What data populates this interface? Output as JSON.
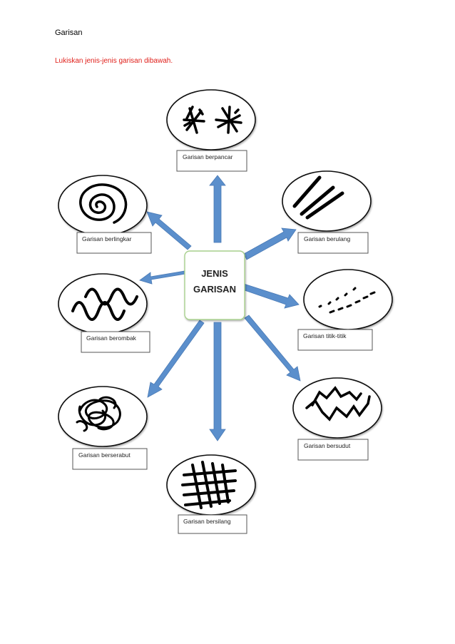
{
  "page": {
    "heading": "Garisan",
    "instruction": "Lukiskan jenis-jenis garisan dibawah."
  },
  "diagram": {
    "center_line1": "JENIS",
    "center_line2": "GARISAN",
    "labels": {
      "berpancar": "Garisan berpancar",
      "berlingkar": "Garisan berlingkar",
      "berulang": "Garisan berulang",
      "berombak": "Garisan berombak",
      "titik": "Garisan titik-titik",
      "berserabut": "Garisan berserabut",
      "bersudut": "Garisan bersudut",
      "bersilang": "Garisan bersilang"
    },
    "colors": {
      "arrow": "#5b8fcc",
      "center_border": "#a8d08d",
      "instruction": "#e0201b"
    }
  }
}
